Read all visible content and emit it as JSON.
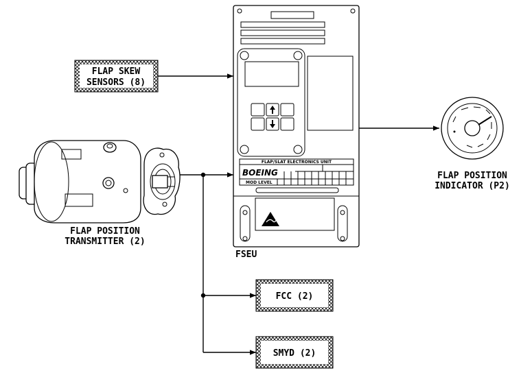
{
  "labels": {
    "skew_l1": "FLAP SKEW",
    "skew_l2": "SENSORS (8)",
    "transmitter_l1": "FLAP POSITION",
    "transmitter_l2": "TRANSMITTER (2)",
    "indicator_l1": "FLAP POSITION",
    "indicator_l2": "INDICATOR (P2)",
    "fseu": "FSEU",
    "fcc": "FCC (2)",
    "smyd": "SMYD (2)",
    "unit_title": "FLAP/SLAT ELECTRONICS UNIT",
    "brand": "BOEING",
    "mod_level": "MOD LEVEL"
  }
}
